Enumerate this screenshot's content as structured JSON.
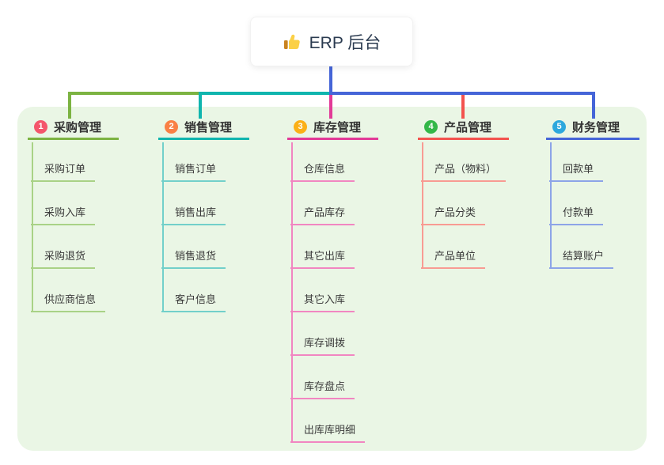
{
  "root": {
    "title": "ERP 后台",
    "icon": "thumbs-up-icon"
  },
  "panel": {
    "background": "#eaf6e5"
  },
  "connector_color": "#4565d8",
  "branches": [
    {
      "badge": "1",
      "label": "采购管理",
      "badge_color": "#f4566b",
      "line_color": "#7cb342",
      "light_line_color": "#a9d286",
      "children": [
        "采购订单",
        "采购入库",
        "采购退货",
        "供应商信息"
      ]
    },
    {
      "badge": "2",
      "label": "销售管理",
      "badge_color": "#f98045",
      "line_color": "#10b5ae",
      "light_line_color": "#72d0ca",
      "children": [
        "销售订单",
        "销售出库",
        "销售退货",
        "客户信息"
      ]
    },
    {
      "badge": "3",
      "label": "库存管理",
      "badge_color": "#fbb017",
      "line_color": "#e23a97",
      "light_line_color": "#f186c1",
      "children": [
        "仓库信息",
        "产品库存",
        "其它出库",
        "其它入库",
        "库存调拨",
        "库存盘点",
        "出库库明细"
      ]
    },
    {
      "badge": "4",
      "label": "产品管理",
      "badge_color": "#33b748",
      "line_color": "#f3534e",
      "light_line_color": "#f89b93",
      "children": [
        "产品（物料）",
        "产品分类",
        "产品单位"
      ]
    },
    {
      "badge": "5",
      "label": "财务管理",
      "badge_color": "#2da8dd",
      "line_color": "#4565d8",
      "light_line_color": "#8da4e8",
      "children": [
        "回款单",
        "付款单",
        "结算账户"
      ]
    }
  ]
}
